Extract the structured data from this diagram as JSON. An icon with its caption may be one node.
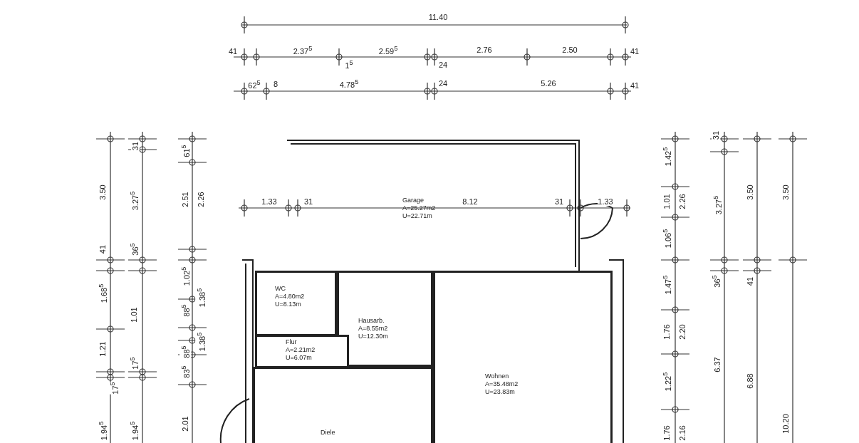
{
  "diagram": {
    "nodes": [
      {
        "text": [
          "Garage",
          "A=25.27m2",
          "U=22.71m"
        ]
      },
      {
        "text": [
          "WC",
          "A=4.80m2",
          "U=8.13m"
        ]
      },
      {
        "text": [
          "Hausarb.",
          "A=8.55m2",
          "U=12.30m"
        ]
      },
      {
        "text": [
          "Flur",
          "A=2.21m2",
          "U=6.07m"
        ]
      },
      {
        "text": [
          "Wohnen",
          "A=35.48m2",
          "U=23.83m"
        ]
      },
      {
        "text": [
          "Diele"
        ]
      }
    ],
    "labels": [
      "11.40",
      "41",
      "2.37$^{5}$",
      "2.59$^{5}$",
      "2.76",
      "2.50",
      "41",
      "1$^{5}$",
      "24",
      "62$^{5}$",
      "8",
      "4.78$^{5}$",
      "24",
      "5.26",
      "41",
      "3.50",
      "41",
      "1.68$^{5}$",
      "1.21",
      "17$^{5}$",
      "1.94$^{5}$",
      "31",
      "3.27$^{5}$",
      "36$^{5}$",
      "1.01",
      "17$^{5}$",
      "1.94$^{5}$",
      "61$^{5}$",
      "2.51",
      "2.26",
      "1.02$^{5}$",
      "88$^{5}$",
      "1.38$^{5}$",
      "88$^{5}$",
      "1.38$^{5}$",
      "83$^{5}$",
      "2.01",
      "1.33",
      "31",
      "8.12",
      "31",
      "1.33",
      "1.42$^{5}$",
      "1.01",
      "2.26",
      "1.06$^{5}$",
      "1.47$^{5}$",
      "1.76",
      "2.20",
      "1.22$^{5}$",
      "1.76",
      "2.16",
      "31",
      "3.27$^{5}$",
      "3.50",
      "3.50",
      "36$^{5}$",
      "41",
      "6.37",
      "6.88",
      "10.20"
    ]
  }
}
